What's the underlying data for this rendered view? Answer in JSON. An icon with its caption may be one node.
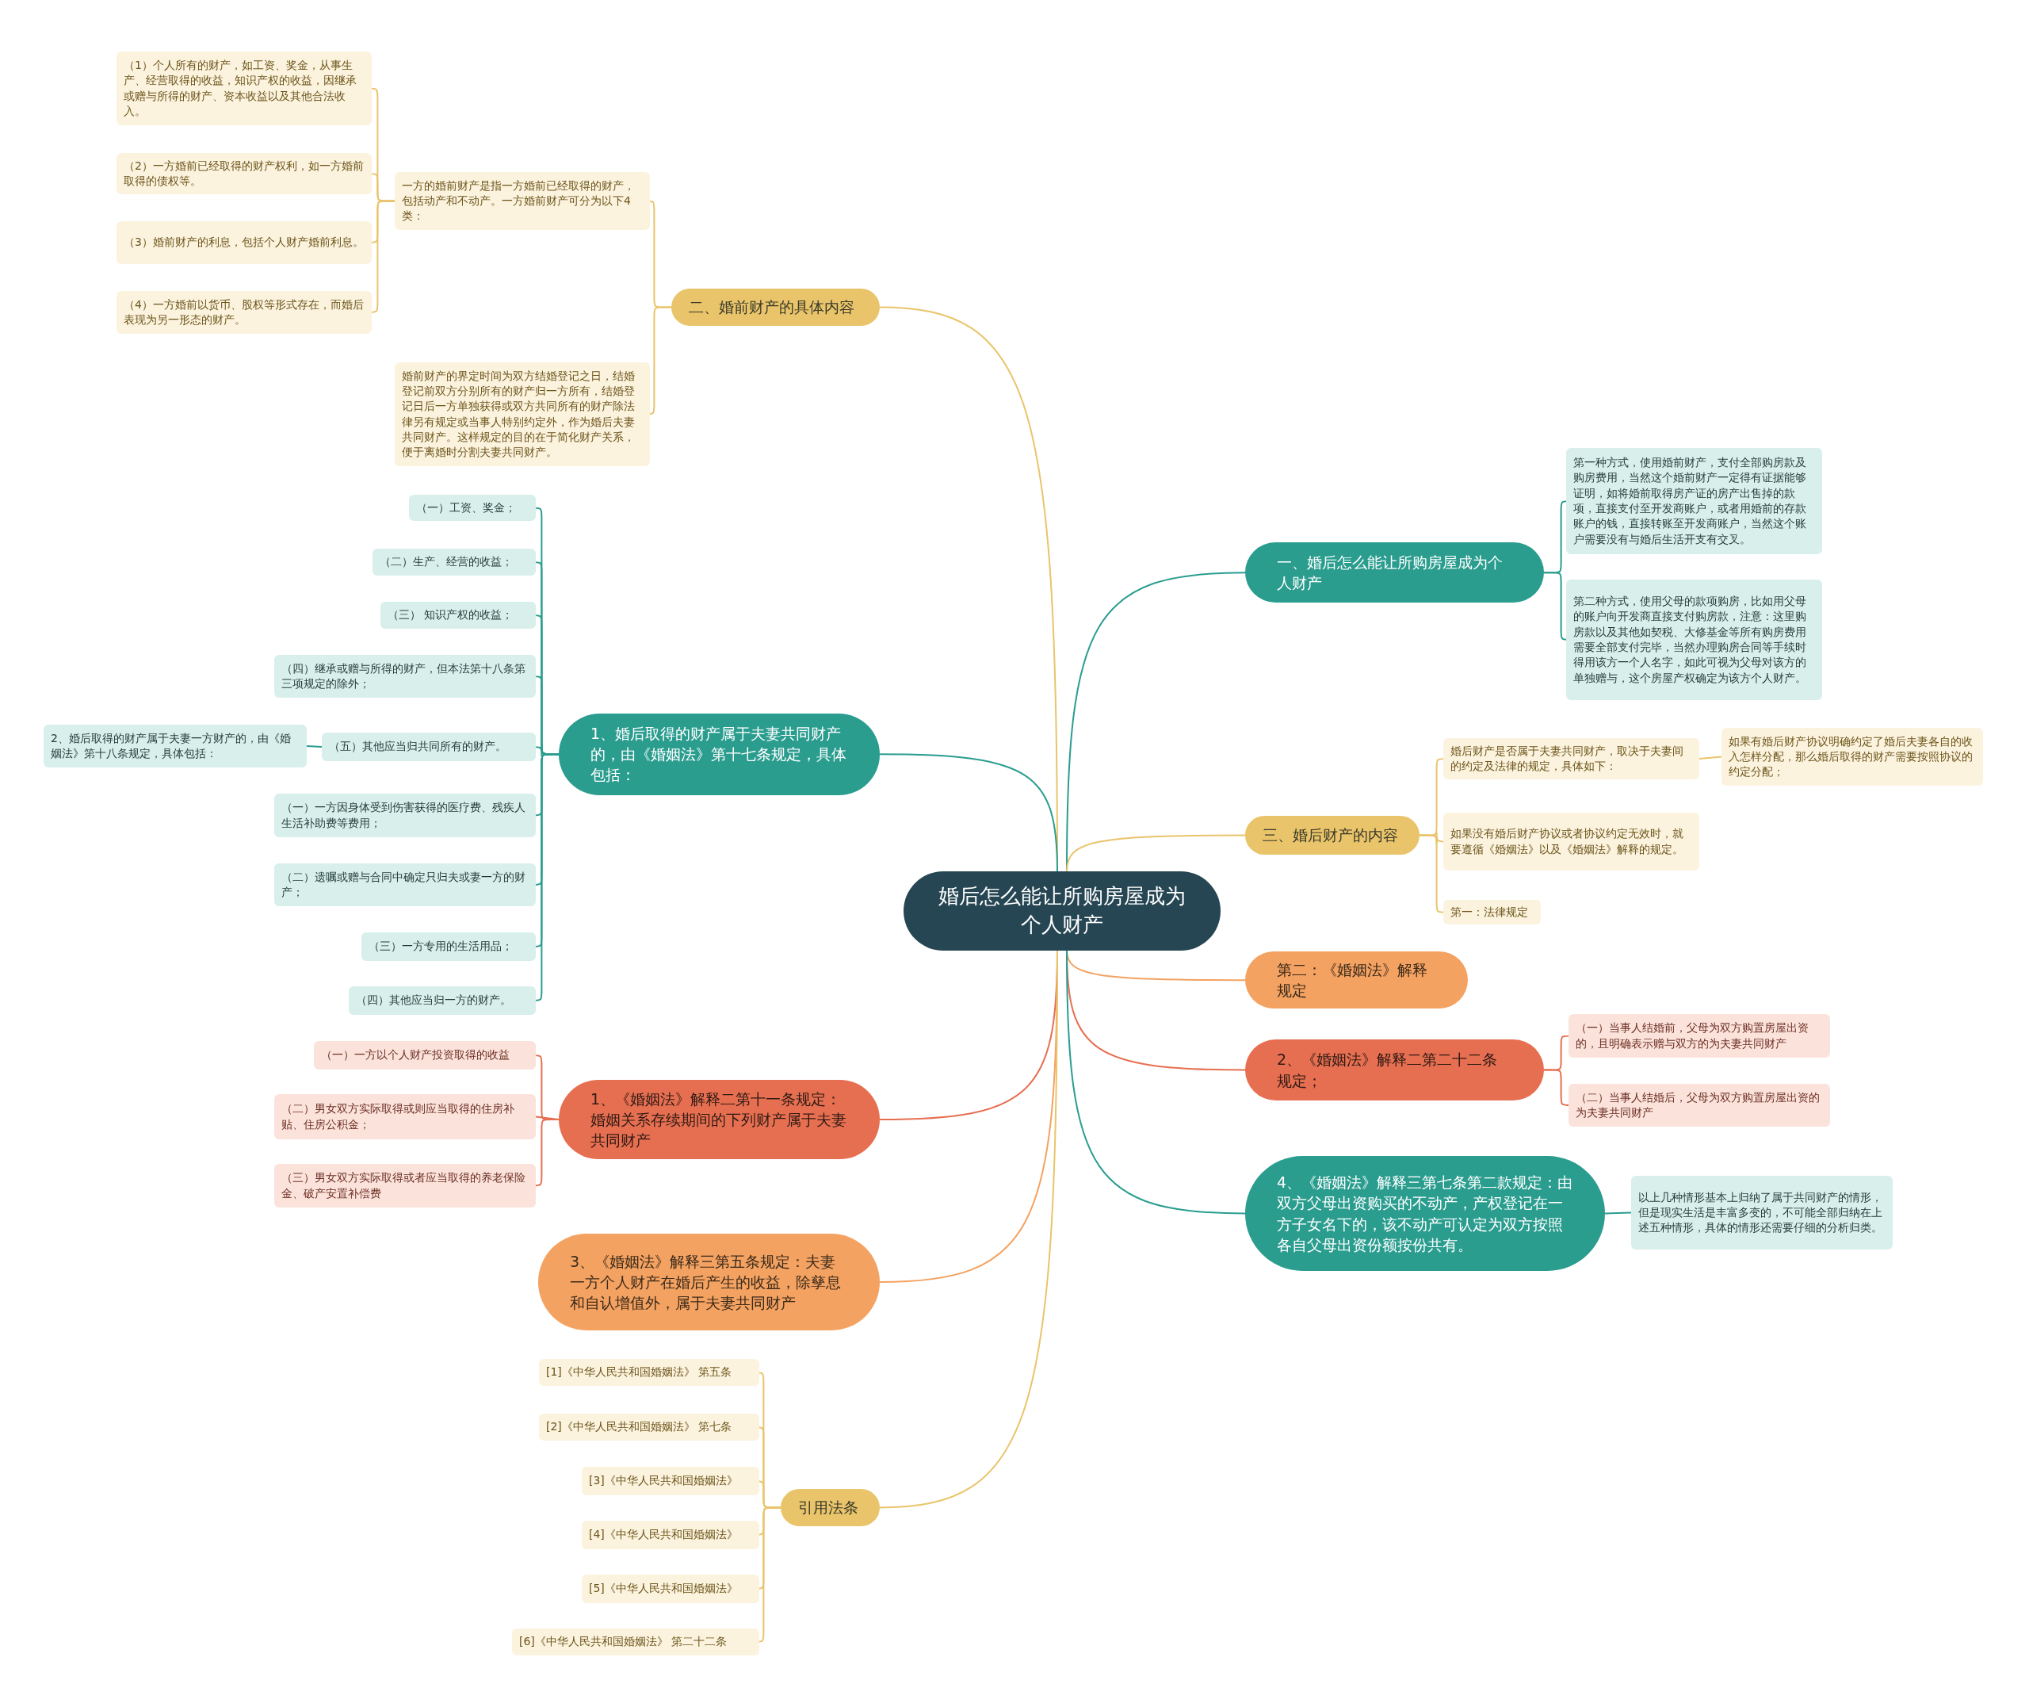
{
  "diagram": {
    "nodes": [
      {
        "text": [
          "婚后怎么能让所购房屋成为个人财产"
        ]
      },
      {
        "text": [
          "一、婚后怎么能让所购房屋成为个人财产"
        ]
      },
      {
        "text": [
          "第一种方式，使用婚前财产，支付全部购房款及购房费用，当然这个婚前财产一定得有证据能够证明，如将婚前取得房产证的房产出售掉的款项，直接支付至开发商账户，或者用婚前的存款账户的钱，直接转账至开发商账户，当然这个账户需要没有与婚后生活开支有交叉。"
        ]
      },
      {
        "text": [
          "第二种方式，使用父母的款项购房，比如用父母的账户向开发商直接支付购房款，注意：这里购房款以及其他如契税、大修基金等所有购房费用需要全部支付完毕，当然办理购房合同等手续时得用该方一个人名字，如此可视为父母对该方的单独赠与，这个房屋产权确定为该方个人财产。"
        ]
      },
      {
        "text": [
          "三、婚后财产的内容"
        ]
      },
      {
        "text": [
          "婚后财产是否属于夫妻共同财产，取决于夫妻间的约定及法律的规定，具体如下："
        ]
      },
      {
        "text": [
          "如果有婚后财产协议明确约定了婚后夫妻各自的收入怎样分配，那么婚后取得的财产需要按照协议的约定分配；"
        ]
      },
      {
        "text": [
          "如果没有婚后财产协议或者协议约定无效时，就要遵循《婚姻法》以及《婚姻法》解释的规定。"
        ]
      },
      {
        "text": [
          "第一：法律规定"
        ]
      },
      {
        "text": [
          "第二：《婚姻法》解释规定"
        ]
      },
      {
        "text": [
          "2、《婚姻法》解释二第二十二条规定；"
        ]
      },
      {
        "text": [
          "（一）当事人结婚前，父母为双方购置房屋出资的，且明确表示赠与双方的为夫妻共同财产"
        ]
      },
      {
        "text": [
          "（二）当事人结婚后，父母为双方购置房屋出资的为夫妻共同财产"
        ]
      },
      {
        "text": [
          "4、《婚姻法》解释三第七条第二款规定：由双方父母出资购买的不动产，产权登记在一方子女名下的，该不动产可认定为双方按照各自父母出资份额按份共有。"
        ]
      },
      {
        "text": [
          "以上几种情形基本上归纳了属于共同财产的情形，但是现实生活是丰富多变的，不可能全部归纳在上述五种情形，具体的情形还需要仔细的分析归类。"
        ]
      },
      {
        "text": [
          "二、婚前财产的具体内容"
        ]
      },
      {
        "text": [
          "一方的婚前财产是指一方婚前已经取得的财产，包括动产和不动产。一方婚前财产可分为以下4类："
        ]
      },
      {
        "text": [
          "（1）个人所有的财产，如工资、奖金，从事生产、经营取得的收益，知识产权的收益，因继承或赠与所得的财产、资本收益以及其他合法收入。"
        ]
      },
      {
        "text": [
          "（2）一方婚前已经取得的财产权利，如一方婚前取得的债权等。"
        ]
      },
      {
        "text": [
          "（3）婚前财产的利息，包括个人财产婚前利息。"
        ]
      },
      {
        "text": [
          "（4）一方婚前以货币、股权等形式存在，而婚后表现为另一形态的财产。"
        ]
      },
      {
        "text": [
          "婚前财产的界定时间为双方结婚登记之日，结婚登记前双方分别所有的财产归一方所有，结婚登记日后一方单独获得或双方共同所有的财产除法律另有规定或当事人特别约定外，作为婚后夫妻共同财产。这样规定的目的在于简化财产关系，便于离婚时分割夫妻共同财产。"
        ]
      },
      {
        "text": [
          "1、婚后取得的财产属于夫妻共同财产的，由《婚姻法》第十七条规定，具体包括："
        ]
      },
      {
        "text": [
          "（一）工资、奖金；"
        ]
      },
      {
        "text": [
          "（二）生产、经营的收益；"
        ]
      },
      {
        "text": [
          "（三） 知识产权的收益；"
        ]
      },
      {
        "text": [
          "（四）继承或赠与所得的财产，但本法第十八条第三项规定的除外；"
        ]
      },
      {
        "text": [
          "（五）其他应当归共同所有的财产。"
        ]
      },
      {
        "text": [
          "2、婚后取得的财产属于夫妻一方财产的，由《婚姻法》第十八条规定，具体包括："
        ]
      },
      {
        "text": [
          "（一）一方因身体受到伤害获得的医疗费、残疾人生活补助费等费用；"
        ]
      },
      {
        "text": [
          "（二）遗嘱或赠与合同中确定只归夫或妻一方的财产；"
        ]
      },
      {
        "text": [
          "（三）一方专用的生活用品；"
        ]
      },
      {
        "text": [
          "（四）其他应当归一方的财产。"
        ]
      },
      {
        "text": [
          "1、《婚姻法》解释二第十一条规定：婚姻关系存续期间的下列财产属于夫妻共同财产"
        ]
      },
      {
        "text": [
          "（一）一方以个人财产投资取得的收益"
        ]
      },
      {
        "text": [
          "（二）男女双方实际取得或则应当取得的住房补贴、住房公积金；"
        ]
      },
      {
        "text": [
          "（三）男女双方实际取得或者应当取得的养老保险金、破产安置补偿费"
        ]
      },
      {
        "text": [
          "3、《婚姻法》解释三第五条规定：夫妻一方个人财产在婚后产生的收益，除孳息和自认增值外，属于夫妻共同财产"
        ]
      },
      {
        "text": [
          "引用法条"
        ]
      },
      {
        "text": [
          "[1]《中华人民共和国婚姻法》 第五条"
        ]
      },
      {
        "text": [
          "[2]《中华人民共和国婚姻法》 第七条"
        ]
      },
      {
        "text": [
          "[3]《中华人民共和国婚姻法》"
        ]
      },
      {
        "text": [
          "[4]《中华人民共和国婚姻法》"
        ]
      },
      {
        "text": [
          "[5]《中华人民共和国婚姻法》"
        ]
      },
      {
        "text": [
          "[6]《中华人民共和国婚姻法》 第二十二条"
        ]
      }
    ],
    "edges": [
      {
        "from": 0,
        "to": 1,
        "arrow": "none",
        "color": "#2a9d8f"
      },
      {
        "from": 1,
        "to": 2,
        "arrow": "none",
        "color": "#2a9d8f"
      },
      {
        "from": 1,
        "to": 3,
        "arrow": "none",
        "color": "#2a9d8f"
      },
      {
        "from": 0,
        "to": 4,
        "arrow": "none",
        "color": "#e9c46a"
      },
      {
        "from": 4,
        "to": 5,
        "arrow": "none",
        "color": "#e9c46a"
      },
      {
        "from": 5,
        "to": 6,
        "arrow": "none",
        "color": "#e9c46a"
      },
      {
        "from": 4,
        "to": 7,
        "arrow": "none",
        "color": "#e9c46a"
      },
      {
        "from": 4,
        "to": 8,
        "arrow": "none",
        "color": "#e9c46a"
      },
      {
        "from": 0,
        "to": 9,
        "arrow": "none",
        "color": "#f4a261"
      },
      {
        "from": 0,
        "to": 10,
        "arrow": "none",
        "color": "#e76f51"
      },
      {
        "from": 10,
        "to": 11,
        "arrow": "none",
        "color": "#e76f51"
      },
      {
        "from": 10,
        "to": 12,
        "arrow": "none",
        "color": "#e76f51"
      },
      {
        "from": 0,
        "to": 13,
        "arrow": "none",
        "color": "#2a9d8f"
      },
      {
        "from": 13,
        "to": 14,
        "arrow": "none",
        "color": "#2a9d8f"
      },
      {
        "from": 0,
        "to": 15,
        "arrow": "none",
        "color": "#e9c46a"
      },
      {
        "from": 15,
        "to": 16,
        "arrow": "none",
        "color": "#e9c46a"
      },
      {
        "from": 16,
        "to": 17,
        "arrow": "none",
        "color": "#e9c46a"
      },
      {
        "from": 16,
        "to": 18,
        "arrow": "none",
        "color": "#e9c46a"
      },
      {
        "from": 16,
        "to": 19,
        "arrow": "none",
        "color": "#e9c46a"
      },
      {
        "from": 16,
        "to": 20,
        "arrow": "none",
        "color": "#e9c46a"
      },
      {
        "from": 15,
        "to": 21,
        "arrow": "none",
        "color": "#e9c46a"
      },
      {
        "from": 0,
        "to": 22,
        "arrow": "none",
        "color": "#2a9d8f"
      },
      {
        "from": 22,
        "to": 23,
        "arrow": "none",
        "color": "#2a9d8f"
      },
      {
        "from": 22,
        "to": 24,
        "arrow": "none",
        "color": "#2a9d8f"
      },
      {
        "from": 22,
        "to": 25,
        "arrow": "none",
        "color": "#2a9d8f"
      },
      {
        "from": 22,
        "to": 26,
        "arrow": "none",
        "color": "#2a9d8f"
      },
      {
        "from": 22,
        "to": 27,
        "arrow": "none",
        "color": "#2a9d8f"
      },
      {
        "from": 27,
        "to": 28,
        "arrow": "none",
        "color": "#2a9d8f"
      },
      {
        "from": 22,
        "to": 29,
        "arrow": "none",
        "color": "#2a9d8f"
      },
      {
        "from": 22,
        "to": 30,
        "arrow": "none",
        "color": "#2a9d8f"
      },
      {
        "from": 22,
        "to": 31,
        "arrow": "none",
        "color": "#2a9d8f"
      },
      {
        "from": 22,
        "to": 32,
        "arrow": "none",
        "color": "#2a9d8f"
      },
      {
        "from": 0,
        "to": 33,
        "arrow": "none",
        "color": "#e76f51"
      },
      {
        "from": 33,
        "to": 34,
        "arrow": "none",
        "color": "#e76f51"
      },
      {
        "from": 33,
        "to": 35,
        "arrow": "none",
        "color": "#e76f51"
      },
      {
        "from": 33,
        "to": 36,
        "arrow": "none",
        "color": "#e76f51"
      },
      {
        "from": 0,
        "to": 37,
        "arrow": "none",
        "color": "#f4a261"
      },
      {
        "from": 0,
        "to": 38,
        "arrow": "none",
        "color": "#e9c46a"
      },
      {
        "from": 38,
        "to": 39,
        "arrow": "none",
        "color": "#e9c46a"
      },
      {
        "from": 38,
        "to": 40,
        "arrow": "none",
        "color": "#e9c46a"
      },
      {
        "from": 38,
        "to": 41,
        "arrow": "none",
        "color": "#e9c46a"
      },
      {
        "from": 38,
        "to": 42,
        "arrow": "none",
        "color": "#e9c46a"
      },
      {
        "from": 38,
        "to": 43,
        "arrow": "none",
        "color": "#e9c46a"
      },
      {
        "from": 38,
        "to": 44,
        "arrow": "none",
        "color": "#e9c46a"
      }
    ]
  }
}
